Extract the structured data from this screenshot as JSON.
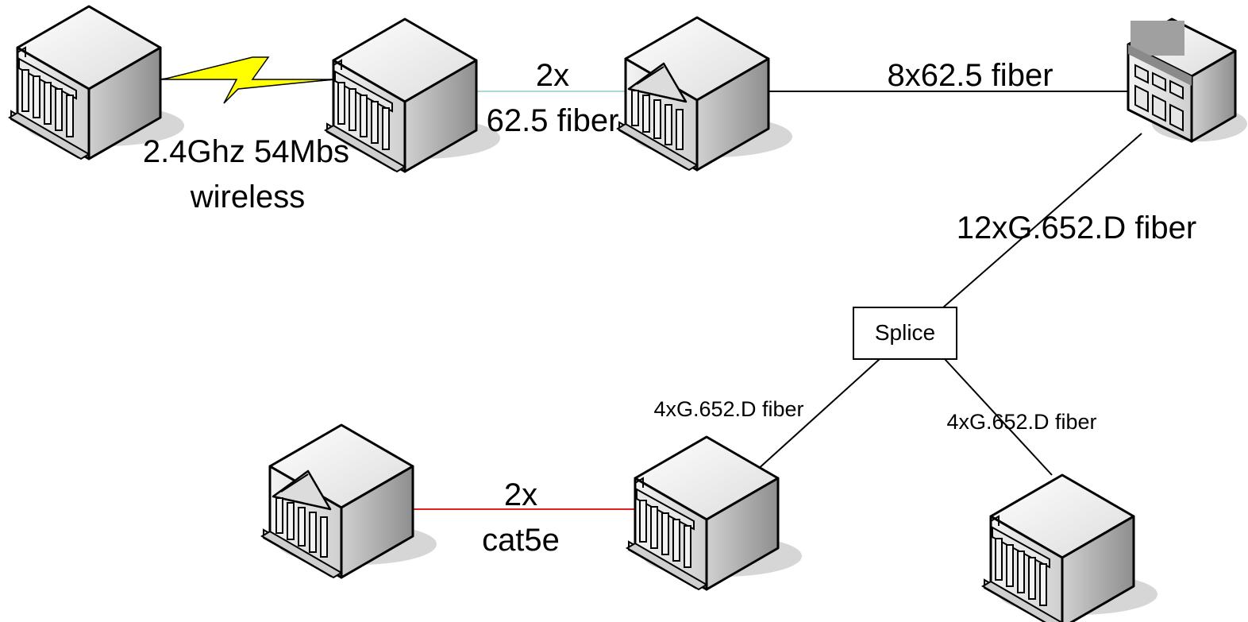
{
  "diagram": {
    "links": [
      {
        "id": "wireless-link",
        "label_lines": [
          "2.4Ghz 54Mbs",
          "wireless"
        ],
        "color": "#000000",
        "bolt_color": "#ffff00"
      },
      {
        "id": "fiber-2x-link",
        "label_lines": [
          "2x",
          "62.5 fiber"
        ],
        "color": "#a8d8d8"
      },
      {
        "id": "fiber-8x-link",
        "label_lines": [
          "8x62.5 fiber"
        ],
        "color": "#000000"
      },
      {
        "id": "fiber-12x-link",
        "label_lines": [
          "12xG.652.D fiber"
        ],
        "color": "#000000"
      },
      {
        "id": "fiber-4x-left-link",
        "label_lines": [
          "4xG.652.D fiber"
        ],
        "color": "#000000"
      },
      {
        "id": "fiber-4x-right-link",
        "label_lines": [
          "4xG.652.D fiber"
        ],
        "color": "#000000"
      },
      {
        "id": "cat5e-link",
        "label_lines": [
          "2x",
          "cat5e"
        ],
        "color": "#e02020"
      }
    ],
    "splice": {
      "label": "Splice"
    },
    "buildings": [
      {
        "id": "building-1",
        "style": "house"
      },
      {
        "id": "building-2",
        "style": "house"
      },
      {
        "id": "building-3",
        "style": "bank"
      },
      {
        "id": "building-4",
        "style": "tower"
      },
      {
        "id": "building-5",
        "style": "bank"
      },
      {
        "id": "building-6",
        "style": "house"
      },
      {
        "id": "building-7",
        "style": "house"
      }
    ],
    "colors": {
      "box_top": "#f0f0f0",
      "box_front": "#d8d8d8",
      "box_side": "#a8a8a8",
      "shadow": "#d4d4d4"
    }
  }
}
